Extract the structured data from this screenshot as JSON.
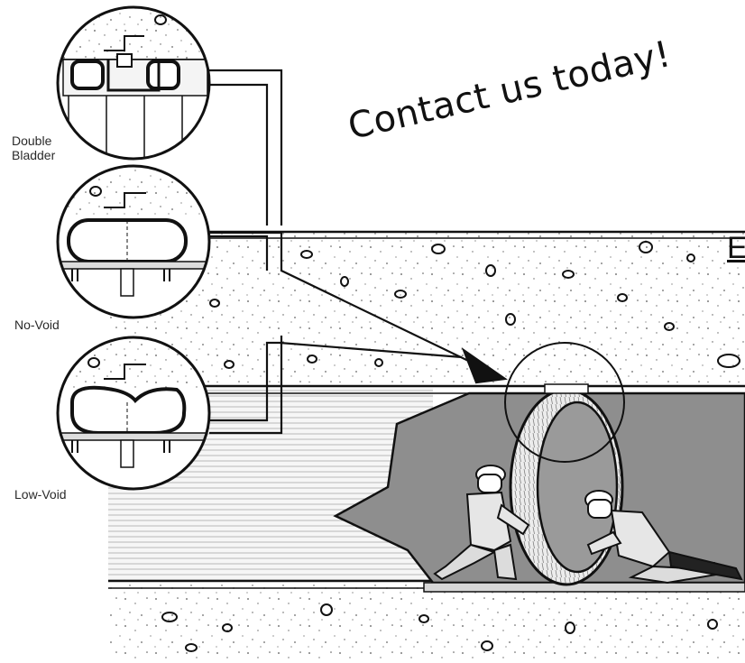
{
  "callouts": [
    {
      "id": "double-bladder",
      "label_lines": [
        "Double",
        "Bladder"
      ]
    },
    {
      "id": "no-void",
      "label_lines": [
        "No-Void"
      ]
    },
    {
      "id": "low-void",
      "label_lines": [
        "Low-Void"
      ]
    }
  ],
  "cta": {
    "text": "Contact us today!"
  },
  "edge_fragment": {
    "text": "E"
  }
}
